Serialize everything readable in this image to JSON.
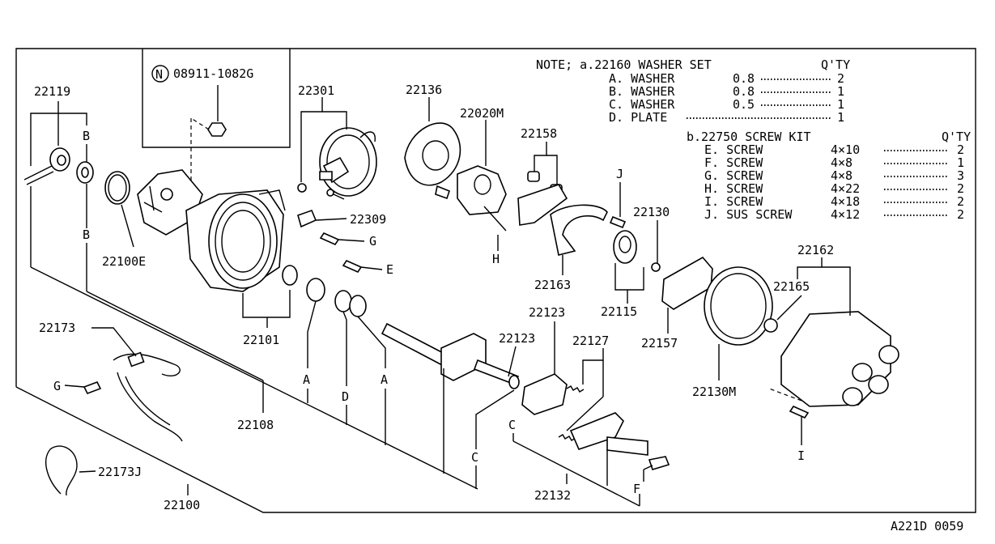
{
  "notes": {
    "a_title": "NOTE; a.22160  WASHER SET",
    "a_qty_header": "Q'TY",
    "a_items": [
      {
        "name": "A. WASHER",
        "size": "0.8",
        "qty": "2"
      },
      {
        "name": "B. WASHER",
        "size": "0.8",
        "qty": "1"
      },
      {
        "name": "C. WASHER",
        "size": "0.5",
        "qty": "1"
      },
      {
        "name": "D. PLATE",
        "size": "",
        "qty": "1"
      }
    ],
    "b_title": "b.22750  SCREW KIT",
    "b_qty_header": "Q'TY",
    "b_items": [
      {
        "name": "E. SCREW",
        "size": "4×10",
        "qty": "2"
      },
      {
        "name": "F. SCREW",
        "size": "4×8",
        "qty": "1"
      },
      {
        "name": "G. SCREW",
        "size": "4×8",
        "qty": "3"
      },
      {
        "name": "H. SCREW",
        "size": "4×22",
        "qty": "2"
      },
      {
        "name": "I. SCREW",
        "size": "4×18",
        "qty": "2"
      },
      {
        "name": "J. SUS SCREW",
        "size": "4×12",
        "qty": "2"
      }
    ]
  },
  "nut_symbol": "N",
  "nut_code": "08911-1082G",
  "labels": {
    "p22119": "22119",
    "p22301": "22301",
    "p22136": "22136",
    "p22020M": "22020M",
    "p22158": "22158",
    "pJ": "J",
    "p22130": "22130",
    "p22162": "22162",
    "p22165": "22165",
    "p22309": "22309",
    "pG1": "G",
    "pE": "E",
    "pB1": "B",
    "pB2": "B",
    "p22100E": "22100E",
    "p22101": "22101",
    "pH": "H",
    "p22163": "22163",
    "p22115": "22115",
    "p22157": "22157",
    "p22123a": "22123",
    "p22123b": "22123",
    "p22127": "22127",
    "p22173": "22173",
    "pG2": "G",
    "pA1": "A",
    "pD": "D",
    "pA2": "A",
    "p22108": "22108",
    "pC1": "C",
    "pC2": "C",
    "p22130M": "22130M",
    "pI": "I",
    "p22173J": "22173J",
    "p22100": "22100",
    "p22132": "22132",
    "pF": "F"
  },
  "figure_code": "A221D 0059"
}
